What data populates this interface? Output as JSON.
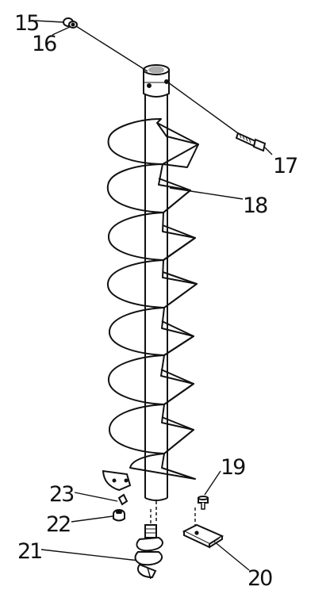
{
  "diagram": {
    "callouts": {
      "p15": "15",
      "p16": "16",
      "p17": "17",
      "p18": "18",
      "p19": "19",
      "p20": "20",
      "p21": "21",
      "p22": "22",
      "p23": "23"
    }
  }
}
